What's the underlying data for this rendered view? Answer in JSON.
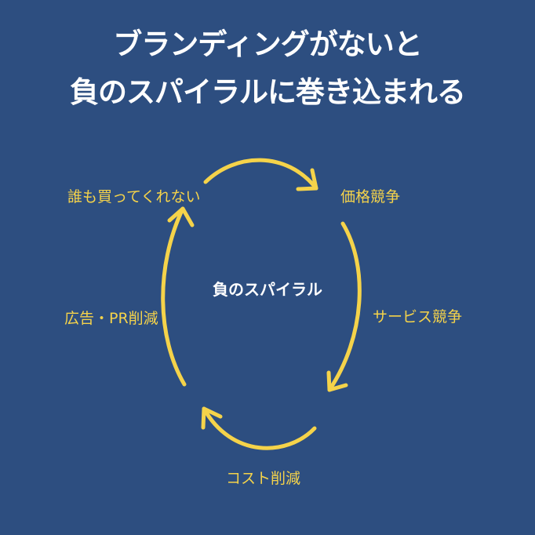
{
  "title": {
    "line1": "ブランディングがないと",
    "line2": "負のスパイラルに巻き込まれる"
  },
  "center_label": "負のスパイラル",
  "cycle_steps": [
    "価格競争",
    "サービス競争",
    "コスト削減",
    "広告・PR削減",
    "誰も買ってくれない"
  ],
  "colors": {
    "background": "#2d4e80",
    "accent": "#f5d34a",
    "title": "#ffffff"
  }
}
